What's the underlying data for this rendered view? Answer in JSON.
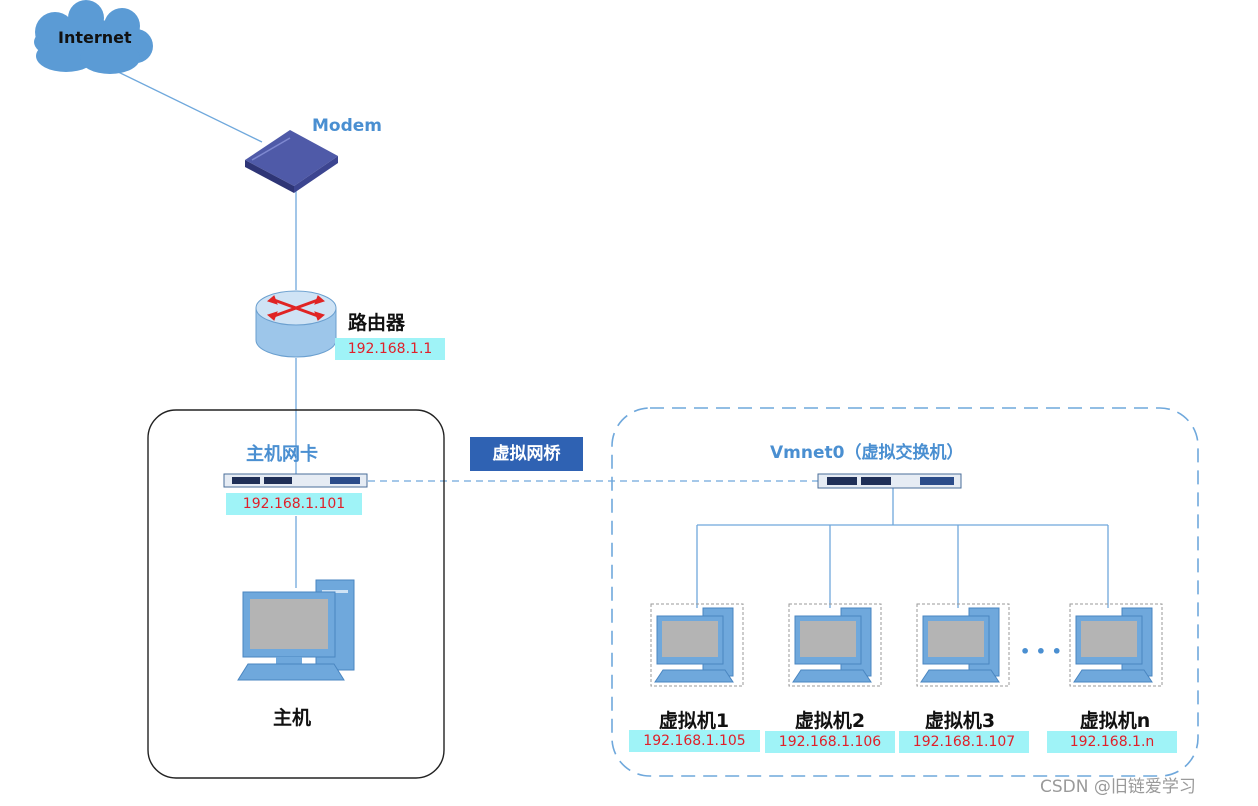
{
  "internet": {
    "label": "Internet"
  },
  "modem": {
    "label": "Modem"
  },
  "router": {
    "label": "路由器",
    "ip": "192.168.1.1"
  },
  "host_nic": {
    "label": "主机网卡",
    "ip": "192.168.1.101"
  },
  "host": {
    "label": "主机"
  },
  "bridge": {
    "label": "虚拟网桥"
  },
  "vmnet": {
    "label": "Vmnet0（虚拟交换机）"
  },
  "vms": [
    {
      "label": "虚拟机1",
      "ip": "192.168.1.105"
    },
    {
      "label": "虚拟机2",
      "ip": "192.168.1.106"
    },
    {
      "label": "虚拟机3",
      "ip": "192.168.1.107"
    },
    {
      "label": "虚拟机n",
      "ip": "192.168.1.n"
    }
  ],
  "ellipsis": "• • •",
  "watermark": "CSDN @旧链爱学习",
  "colors": {
    "line": "#6fa8dc",
    "box_fill": "#9ff3f7",
    "ip_text": "#e0202a",
    "bridge_fill": "#2f62b3"
  }
}
